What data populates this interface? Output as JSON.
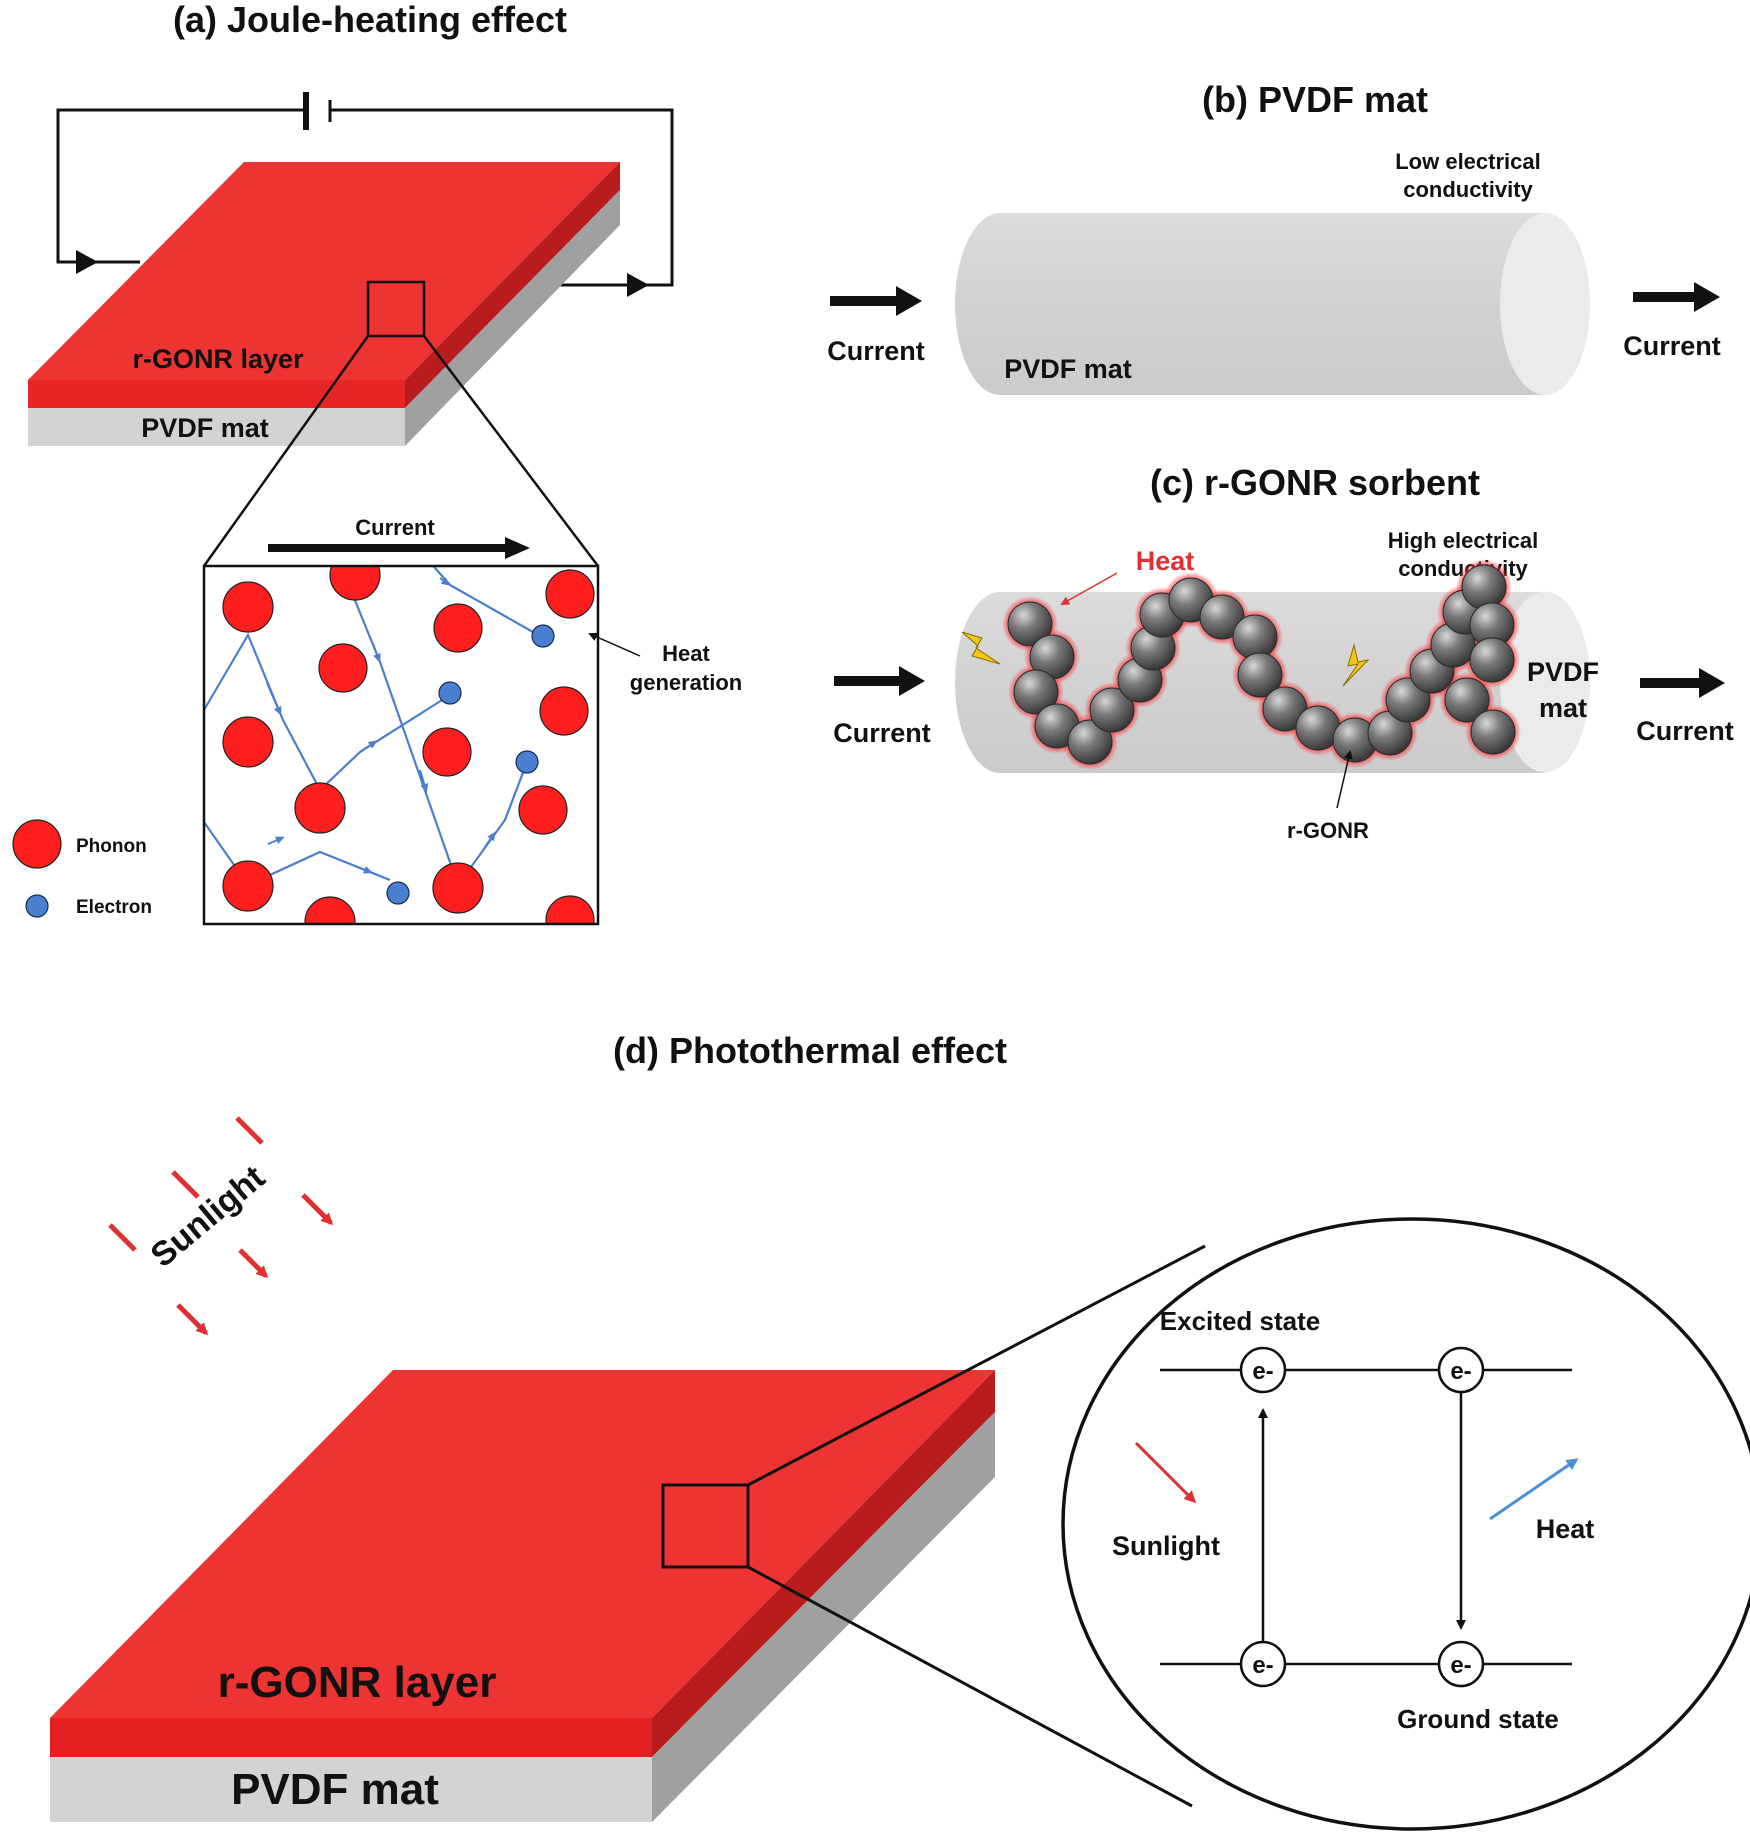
{
  "panel_a": {
    "title": "(a) Joule-heating effect",
    "rgonr_label": "r-GONR layer",
    "pvdf_label": "PVDF mat",
    "current_label": "Current",
    "heat_generation_line1": "Heat",
    "heat_generation_line2": "generation",
    "legend_phonon": "Phonon",
    "legend_electron": "Electron"
  },
  "panel_b": {
    "title": "(b) PVDF mat",
    "conductivity_line1": "Low electrical",
    "conductivity_line2": "conductivity",
    "current_in": "Current",
    "current_out": "Current",
    "mat_label": "PVDF mat"
  },
  "panel_c": {
    "title": "(c) r-GONR sorbent",
    "heat_label": "Heat",
    "conductivity_line1": "High electrical",
    "conductivity_line2": "conductivity",
    "current_in": "Current",
    "current_out": "Current",
    "mat_line1": "PVDF",
    "mat_line2": "mat",
    "rgonr_label": "r-GONR"
  },
  "panel_d": {
    "title": "(d) Photothermal effect",
    "sunlight_label": "Sunlight",
    "rgonr_label": "r-GONR layer",
    "pvdf_label": "PVDF mat",
    "excited_state": "Excited state",
    "ground_state": "Ground state",
    "inset_sunlight": "Sunlight",
    "inset_heat": "Heat",
    "electron_symbol": "e-"
  },
  "colors": {
    "red": "#ee3333",
    "red_dark": "#bb1a1a",
    "gray_side": "#a0a0a0",
    "gray_front": "#d3d3d3",
    "electron_blue": "#4a7fcf",
    "heat_red": "#e03030",
    "heat_blue": "#4a90d9"
  }
}
